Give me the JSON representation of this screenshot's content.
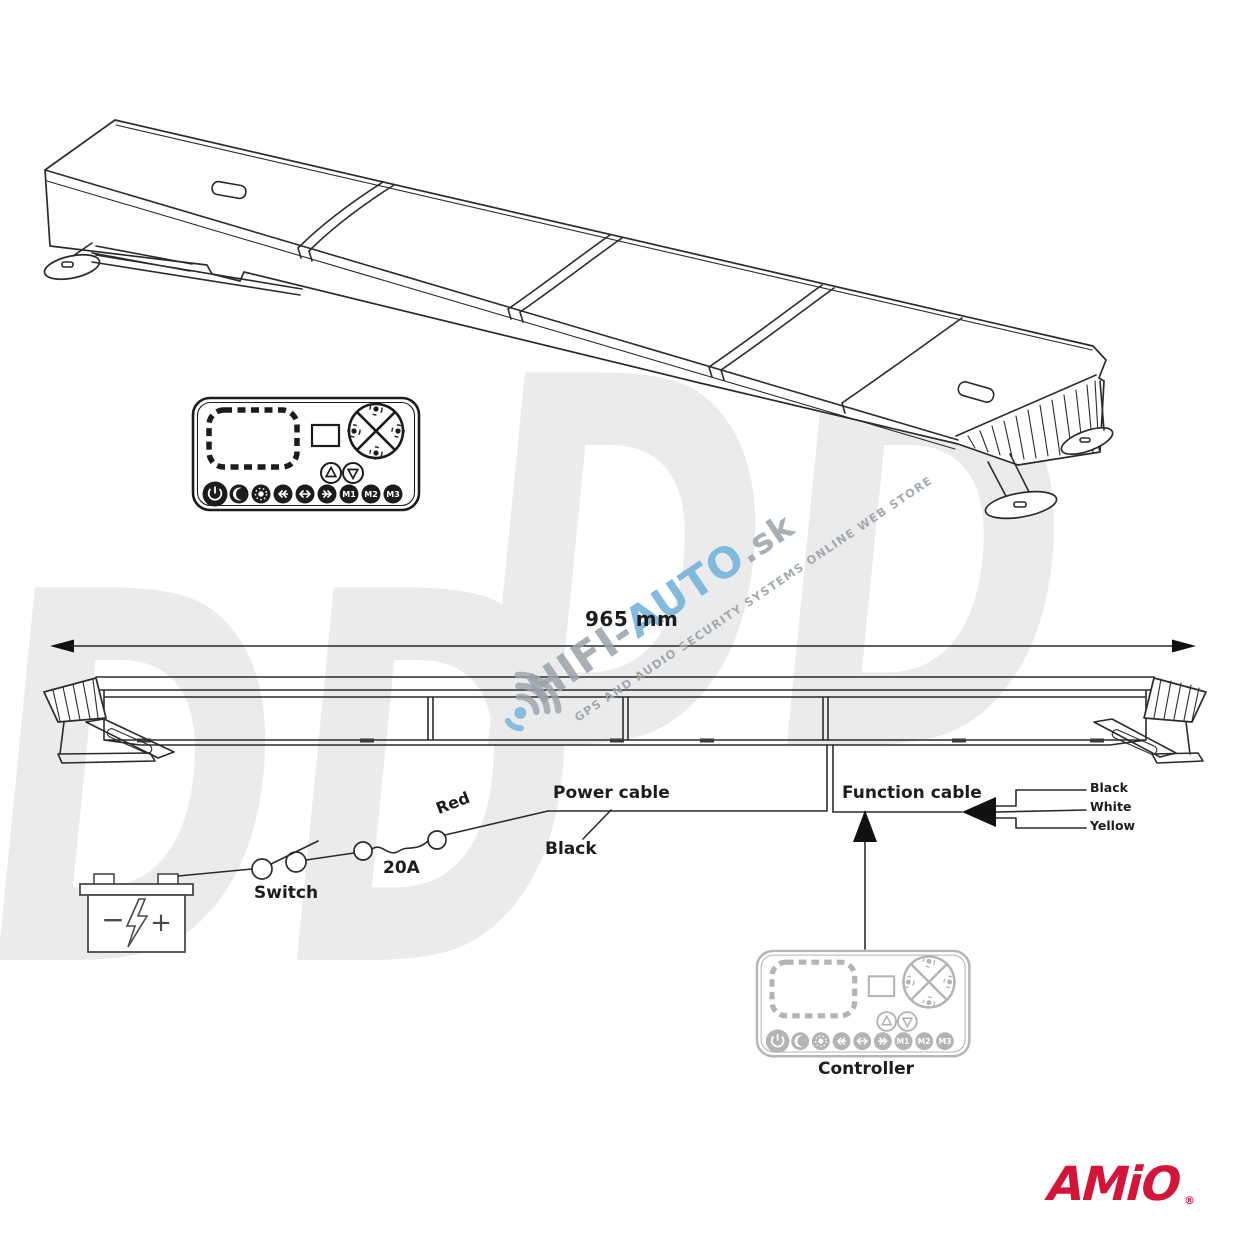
{
  "dimension": {
    "label": "965 mm"
  },
  "wiring": {
    "power_cable_label": "Power cable",
    "red_wire_label": "Red",
    "black_wire_label": "Black",
    "switch_label": "Switch",
    "fuse_label": "20A",
    "function_cable_label": "Function cable",
    "function_wires": [
      "Black",
      "White",
      "Yellow"
    ]
  },
  "controller": {
    "label": "Controller",
    "memory_buttons": [
      "M1",
      "M2",
      "M3"
    ]
  },
  "battery": {
    "minus_symbol": "−",
    "plus_symbol": "+"
  },
  "watermark": {
    "part1": "HIFI-",
    "part2": "AUTO",
    "part3": ".sk",
    "tagline": "GPS AND AUDIO SECURITY SYSTEMS ONLINE WEB STORE",
    "ghost": "DD",
    "blue": "#74b4dc",
    "gray": "#9aa1a8"
  },
  "brand": {
    "logo": "AMiO",
    "registered": "®",
    "color": "#d6143a"
  }
}
